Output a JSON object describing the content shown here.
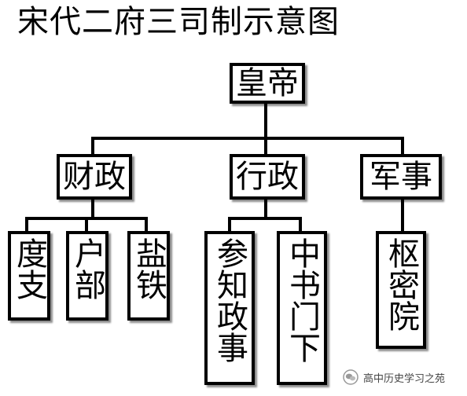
{
  "title": "宋代二府三司制示意图",
  "root": {
    "label": "皇帝"
  },
  "branches": [
    {
      "label": "财政",
      "children": [
        "度支",
        "户部",
        "盐铁"
      ]
    },
    {
      "label": "行政",
      "children": [
        "参知政事",
        "中书门下"
      ]
    },
    {
      "label": "军事",
      "children": [
        "枢密院"
      ]
    }
  ],
  "watermark": {
    "text": "高中历史学习之苑",
    "icon": "wechat-icon"
  }
}
